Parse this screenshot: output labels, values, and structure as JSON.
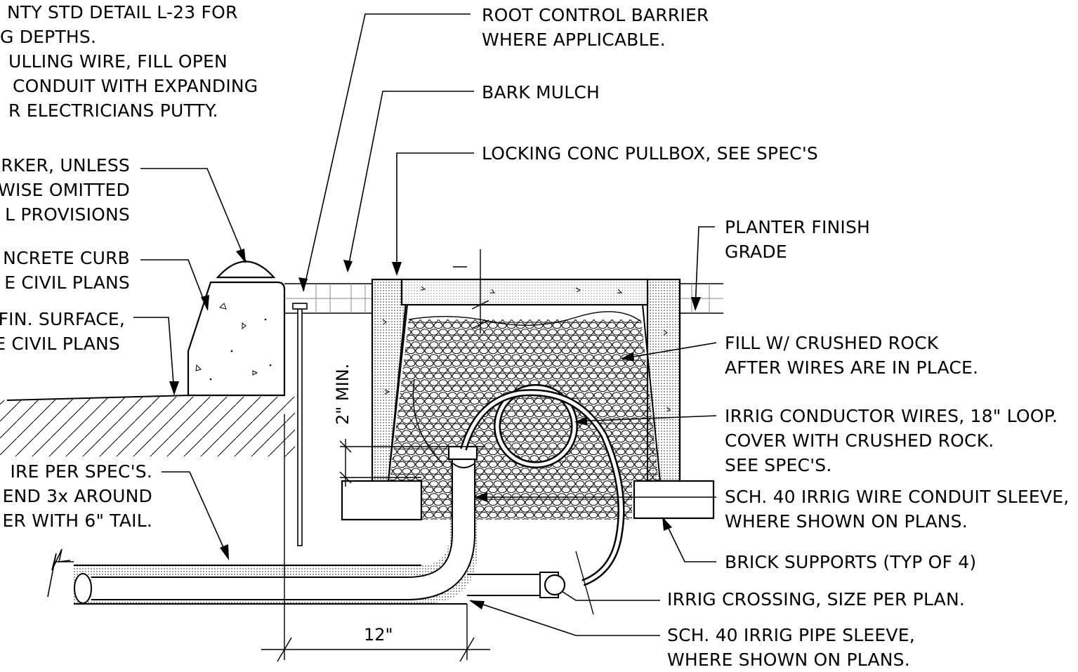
{
  "notes_top_left": {
    "lines": [
      "NTY STD DETAIL L-23 FOR",
      "G DEPTHS.",
      "ULLING WIRE, FILL OPEN",
      "CONDUIT WITH EXPANDING",
      "R ELECTRICIANS PUTTY."
    ]
  },
  "labels_left": {
    "marker": [
      "RKER, UNLESS",
      "RWISE OMITTED",
      "L PROVISIONS"
    ],
    "curb": [
      "NCRETE CURB",
      "E CIVIL PLANS"
    ],
    "surface": [
      "FIN. SURFACE,",
      "E CIVIL PLANS"
    ],
    "wire": [
      "IRE PER SPEC'S.",
      "END 3x AROUND",
      "ER WITH 6\" TAIL."
    ]
  },
  "labels_right": {
    "root_barrier": [
      "ROOT CONTROL BARRIER",
      "WHERE APPLICABLE."
    ],
    "bark_mulch": [
      "BARK MULCH"
    ],
    "pullbox": [
      "LOCKING CONC PULLBOX, SEE SPEC'S"
    ],
    "planter_grade": [
      "PLANTER FINISH",
      "GRADE"
    ],
    "crushed_rock": [
      "FILL W/ CRUSHED ROCK",
      "AFTER WIRES ARE IN PLACE."
    ],
    "conductor_wires": [
      "IRRIG CONDUCTOR WIRES, 18\" LOOP.",
      "COVER WITH CRUSHED ROCK.",
      "SEE SPEC'S."
    ],
    "wire_sleeve": [
      "SCH. 40 IRRIG WIRE CONDUIT SLEEVE,",
      "WHERE SHOWN ON PLANS."
    ],
    "brick_supports": [
      "BRICK SUPPORTS (TYP OF 4)"
    ],
    "irrig_crossing": [
      "IRRIG CROSSING, SIZE PER PLAN."
    ],
    "pipe_sleeve": [
      "SCH. 40 IRRIG PIPE SLEEVE,",
      "WHERE SHOWN ON PLANS."
    ]
  },
  "dimensions": {
    "min_depth": "2\" MIN.",
    "width": "12\""
  }
}
